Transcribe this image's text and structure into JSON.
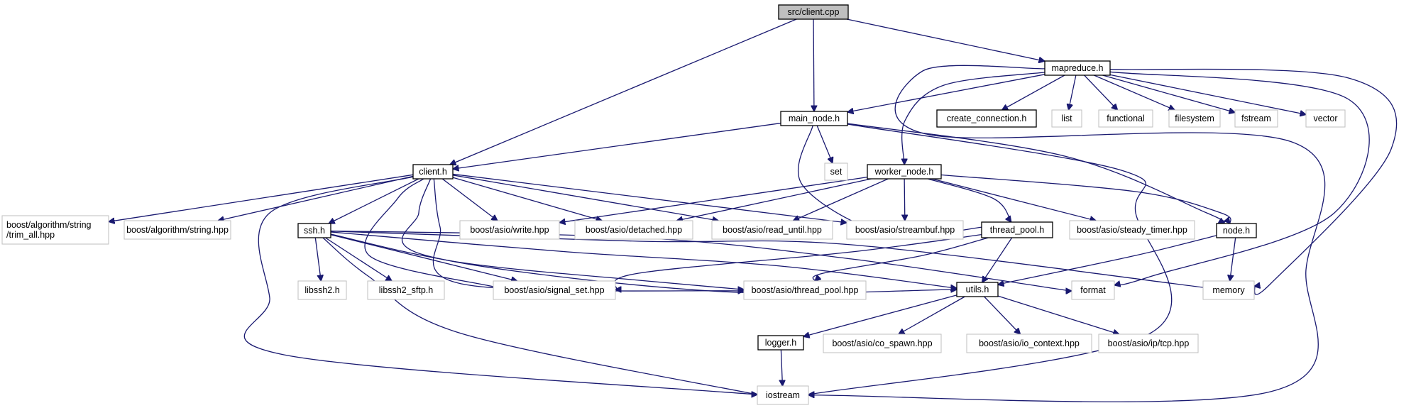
{
  "diagram": {
    "nodes": [
      {
        "id": "client_cpp",
        "lines": [
          "src/client.cpp"
        ],
        "kind": "root"
      },
      {
        "id": "mapreduce_h",
        "lines": [
          "mapreduce.h"
        ],
        "kind": "local"
      },
      {
        "id": "main_node_h",
        "lines": [
          "main_node.h"
        ],
        "kind": "local"
      },
      {
        "id": "create_connection_h",
        "lines": [
          "create_connection.h"
        ],
        "kind": "local"
      },
      {
        "id": "list",
        "lines": [
          "list"
        ],
        "kind": "system"
      },
      {
        "id": "functional",
        "lines": [
          "functional"
        ],
        "kind": "system"
      },
      {
        "id": "filesystem",
        "lines": [
          "filesystem"
        ],
        "kind": "system"
      },
      {
        "id": "fstream",
        "lines": [
          "fstream"
        ],
        "kind": "system"
      },
      {
        "id": "vector",
        "lines": [
          "vector"
        ],
        "kind": "system"
      },
      {
        "id": "client_h",
        "lines": [
          "client.h"
        ],
        "kind": "local"
      },
      {
        "id": "set",
        "lines": [
          "set"
        ],
        "kind": "system"
      },
      {
        "id": "worker_node_h",
        "lines": [
          "worker_node.h"
        ],
        "kind": "local"
      },
      {
        "id": "trim_all",
        "lines": [
          "boost/algorithm/string",
          "/trim_all.hpp"
        ],
        "kind": "system"
      },
      {
        "id": "algo_string",
        "lines": [
          "boost/algorithm/string.hpp"
        ],
        "kind": "system"
      },
      {
        "id": "ssh_h",
        "lines": [
          "ssh.h"
        ],
        "kind": "local"
      },
      {
        "id": "asio_write",
        "lines": [
          "boost/asio/write.hpp"
        ],
        "kind": "system"
      },
      {
        "id": "asio_detached",
        "lines": [
          "boost/asio/detached.hpp"
        ],
        "kind": "system"
      },
      {
        "id": "asio_read_until",
        "lines": [
          "boost/asio/read_until.hpp"
        ],
        "kind": "system"
      },
      {
        "id": "asio_streambuf",
        "lines": [
          "boost/asio/streambuf.hpp"
        ],
        "kind": "system"
      },
      {
        "id": "thread_pool_h",
        "lines": [
          "thread_pool.h"
        ],
        "kind": "local"
      },
      {
        "id": "asio_steady_timer",
        "lines": [
          "boost/asio/steady_timer.hpp"
        ],
        "kind": "system"
      },
      {
        "id": "node_h",
        "lines": [
          "node.h"
        ],
        "kind": "local"
      },
      {
        "id": "libssh2_h",
        "lines": [
          "libssh2.h"
        ],
        "kind": "system"
      },
      {
        "id": "libssh2_sftp_h",
        "lines": [
          "libssh2_sftp.h"
        ],
        "kind": "system"
      },
      {
        "id": "asio_signal_set",
        "lines": [
          "boost/asio/signal_set.hpp"
        ],
        "kind": "system"
      },
      {
        "id": "asio_thread_pool",
        "lines": [
          "boost/asio/thread_pool.hpp"
        ],
        "kind": "system"
      },
      {
        "id": "utils_h",
        "lines": [
          "utils.h"
        ],
        "kind": "local"
      },
      {
        "id": "format",
        "lines": [
          "format"
        ],
        "kind": "system"
      },
      {
        "id": "memory",
        "lines": [
          "memory"
        ],
        "kind": "system"
      },
      {
        "id": "logger_h",
        "lines": [
          "logger.h"
        ],
        "kind": "local"
      },
      {
        "id": "asio_co_spawn",
        "lines": [
          "boost/asio/co_spawn.hpp"
        ],
        "kind": "system"
      },
      {
        "id": "asio_io_context",
        "lines": [
          "boost/asio/io_context.hpp"
        ],
        "kind": "system"
      },
      {
        "id": "asio_ip_tcp",
        "lines": [
          "boost/asio/ip/tcp.hpp"
        ],
        "kind": "system"
      },
      {
        "id": "iostream",
        "lines": [
          "iostream"
        ],
        "kind": "system"
      }
    ],
    "edges": [
      [
        "client_cpp",
        "client_h"
      ],
      [
        "client_cpp",
        "main_node_h"
      ],
      [
        "client_cpp",
        "mapreduce_h"
      ],
      [
        "mapreduce_h",
        "main_node_h"
      ],
      [
        "mapreduce_h",
        "create_connection_h"
      ],
      [
        "mapreduce_h",
        "list"
      ],
      [
        "mapreduce_h",
        "functional"
      ],
      [
        "mapreduce_h",
        "filesystem"
      ],
      [
        "mapreduce_h",
        "fstream"
      ],
      [
        "mapreduce_h",
        "vector"
      ],
      [
        "mapreduce_h",
        "worker_node_h"
      ],
      [
        "mapreduce_h",
        "iostream"
      ],
      [
        "mapreduce_h",
        "format"
      ],
      [
        "mapreduce_h",
        "memory"
      ],
      [
        "main_node_h",
        "client_h"
      ],
      [
        "main_node_h",
        "set"
      ],
      [
        "main_node_h",
        "thread_pool_h"
      ],
      [
        "main_node_h",
        "node_h"
      ],
      [
        "main_node_h",
        "iostream"
      ],
      [
        "client_h",
        "trim_all"
      ],
      [
        "client_h",
        "algo_string"
      ],
      [
        "client_h",
        "ssh_h"
      ],
      [
        "client_h",
        "asio_write"
      ],
      [
        "client_h",
        "asio_detached"
      ],
      [
        "client_h",
        "asio_read_until"
      ],
      [
        "client_h",
        "asio_streambuf"
      ],
      [
        "client_h",
        "asio_signal_set"
      ],
      [
        "client_h",
        "utils_h"
      ],
      [
        "client_h",
        "asio_thread_pool"
      ],
      [
        "client_h",
        "iostream"
      ],
      [
        "worker_node_h",
        "asio_write"
      ],
      [
        "worker_node_h",
        "asio_detached"
      ],
      [
        "worker_node_h",
        "asio_read_until"
      ],
      [
        "worker_node_h",
        "asio_streambuf"
      ],
      [
        "worker_node_h",
        "thread_pool_h"
      ],
      [
        "worker_node_h",
        "asio_steady_timer"
      ],
      [
        "worker_node_h",
        "node_h"
      ],
      [
        "ssh_h",
        "libssh2_h"
      ],
      [
        "ssh_h",
        "libssh2_sftp_h"
      ],
      [
        "ssh_h",
        "asio_signal_set"
      ],
      [
        "ssh_h",
        "asio_thread_pool"
      ],
      [
        "ssh_h",
        "utils_h"
      ],
      [
        "ssh_h",
        "format"
      ],
      [
        "ssh_h",
        "memory"
      ],
      [
        "ssh_h",
        "iostream"
      ],
      [
        "thread_pool_h",
        "asio_signal_set"
      ],
      [
        "thread_pool_h",
        "asio_thread_pool"
      ],
      [
        "thread_pool_h",
        "utils_h"
      ],
      [
        "node_h",
        "utils_h"
      ],
      [
        "node_h",
        "memory"
      ],
      [
        "utils_h",
        "logger_h"
      ],
      [
        "utils_h",
        "asio_co_spawn"
      ],
      [
        "utils_h",
        "asio_io_context"
      ],
      [
        "utils_h",
        "asio_ip_tcp"
      ],
      [
        "logger_h",
        "iostream"
      ]
    ],
    "colors": {
      "edge": "#191970",
      "root_fill": "#bfbfbf",
      "local_stroke": "#000000",
      "system_stroke": "#bfbfbf",
      "text": "#000000"
    }
  }
}
